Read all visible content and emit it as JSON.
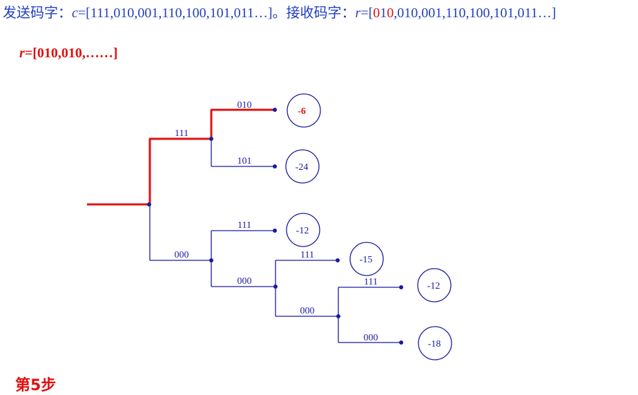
{
  "header": {
    "sent_label": "发送码字：",
    "c_var": "c",
    "sent_codeword": "=[111,010,001,110,100,101,011…]。",
    "recv_label": "接收码字：",
    "r_var": "r",
    "recv_prefix": "=[",
    "recv_hl_1": "0",
    "recv_mid": "1",
    "recv_hl_2": "0",
    "recv_suffix": ",010,001,110,100,101,011…]"
  },
  "decoded": {
    "r_var": "r",
    "sequence": "=[010,010,……]"
  },
  "step_label": "第5步",
  "colors": {
    "branch": "#1a1aa0",
    "survivor_path": "#e01010",
    "header_text": "#1f3fbf",
    "highlight": "#e01010"
  },
  "tree": {
    "edge_labels": [
      "111",
      "010",
      "101",
      "000",
      "111",
      "000",
      "111",
      "000",
      "111",
      "000"
    ],
    "metrics": [
      "-6",
      "-24",
      "-12",
      "-15",
      "-12",
      "-18"
    ],
    "best_metric": "-6"
  }
}
